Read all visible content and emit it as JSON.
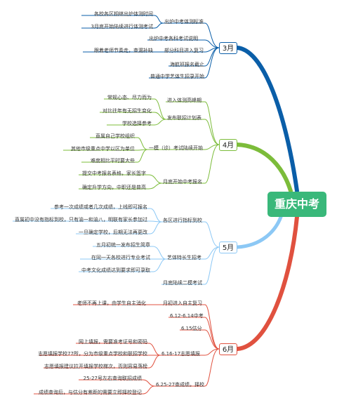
{
  "root": {
    "title": "重庆中考"
  },
  "branches": {
    "m3": {
      "label": "3月",
      "color": "#0a5ea8",
      "items": {
        "a": {
          "label": "出炉中考体测标准",
          "children": [
            "各校各区相继出炉体测时间",
            "3月底开始陆续进行体测考试"
          ]
        },
        "b": {
          "label": "出炉中考各科考试说明"
        },
        "c": {
          "label": "部分科目进入复习",
          "children": [
            "跟着老师节奏走，查漏补缺"
          ]
        },
        "d": {
          "label": "海航班报名截止"
        },
        "e": {
          "label": "普通中学艺体生招录开始"
        }
      }
    },
    "m4": {
      "label": "4月",
      "color": "#7cbc3a",
      "items": {
        "a": {
          "label": "进入体测高峰期"
        },
        "b": {
          "label": "发布联招计划表",
          "children": [
            "常规心态、尽力而为",
            "对比往年有无招生变化",
            "学校选择参考"
          ]
        },
        "c": {
          "label": "一模（诊）考试陆续开始",
          "children": [
            "直属自己学校组织",
            "其他市级重点中学以区为单位",
            "难度相比平时要大些"
          ]
        },
        "d": {
          "label": "月底开始中考报名",
          "children": [
            "提交中考报名表格，家长签字",
            "确定升学方向，中职还是普高"
          ]
        }
      }
    },
    "m5": {
      "label": "5月",
      "color": "#8cc8f5",
      "items": {
        "a": {
          "label": "各区进行指标到校",
          "children": [
            "参考一次成绩或者几次成绩，上线即可报名",
            "直属初中没有指标到校，只有渝一和渝八，明联有家长参加过",
            "一旦确定学校，后期无法再更改"
          ]
        },
        "b": {
          "label": "艺体特长生招考",
          "children": [
            "五月初统一发布招生简章",
            "在同一天各校进行专业考试",
            "中考文化成绩达到要求即可录取"
          ]
        },
        "c": {
          "label": "月底陆续二模考试"
        }
      }
    },
    "m6": {
      "label": "6月",
      "color": "#e0513f",
      "items": {
        "a": {
          "label": "月初进入自主复习",
          "children": [
            "老师不再上课，由学生自主消化"
          ]
        },
        "b": {
          "label": "6.12-6.14中考"
        },
        "c": {
          "label": "6.15估分"
        },
        "d": {
          "label": "6.16-17志愿填报",
          "children": [
            "网上填报，需要准考证号和密码",
            "志愿填报学校77所，分为市级重点学校和联招学校",
            "志愿填报建议拉开填报学校梯次，否则容易落榜"
          ]
        },
        "e": {
          "label": "6.25-27查成绩，择校",
          "children": [
            "25-27号左右查询联招成绩",
            "成绩查询后，与估分有差距的需要立即择校登记"
          ]
        }
      }
    }
  }
}
